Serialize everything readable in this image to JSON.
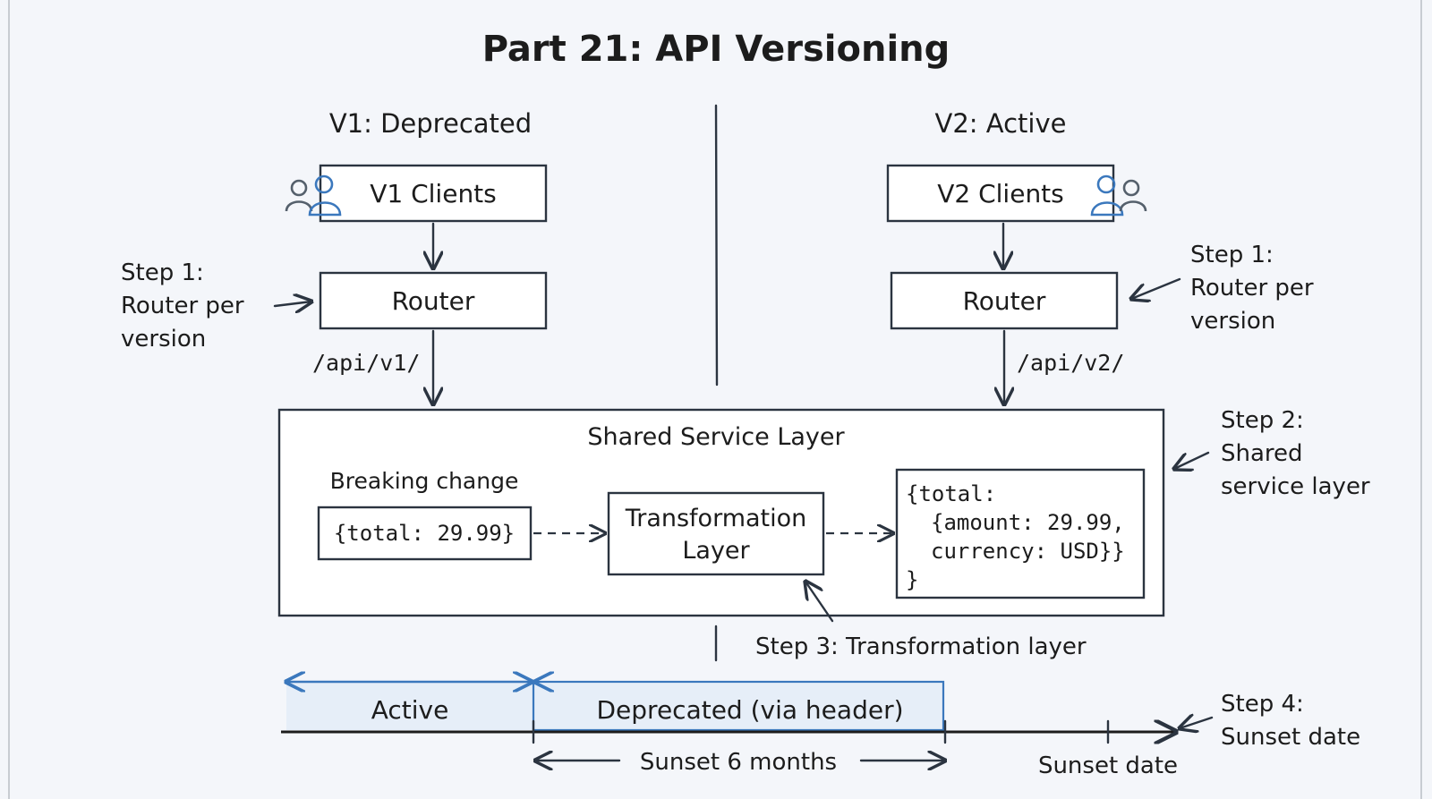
{
  "title": "Part 21: API Versioning",
  "v1": {
    "heading": "V1: Deprecated",
    "clients": "V1 Clients",
    "router": "Router",
    "path": "/api/v1/"
  },
  "v2": {
    "heading": "V2: Active",
    "clients": "V2 Clients",
    "router": "Router",
    "path": "/api/v2/"
  },
  "step1_left": [
    "Step 1:",
    "Router per",
    "version"
  ],
  "step1_right": [
    "Step 1:",
    "Router per",
    "version"
  ],
  "step2": [
    "Step 2:",
    "Shared",
    "service layer"
  ],
  "step3": "Step 3: Transformation layer",
  "step4": [
    "Step 4:",
    "Sunset date"
  ],
  "shared": {
    "title": "Shared Service Layer",
    "breaking_label": "Breaking change",
    "old_payload": "{total: 29.99}",
    "transform": [
      "Transformation",
      "Layer"
    ],
    "new_payload": [
      "{total:",
      "{amount: 29.99,",
      "currency: USD}}",
      "}"
    ]
  },
  "timeline": {
    "active": "Active",
    "deprecated": "Deprecated (via header)",
    "sunset_span": "Sunset 6 months",
    "sunset_date": "Sunset date"
  },
  "colors": {
    "accent": "#3b78bd",
    "ink": "#2b3440",
    "band": "#e6eef8"
  },
  "icons": [
    "users-icon",
    "users-icon"
  ]
}
